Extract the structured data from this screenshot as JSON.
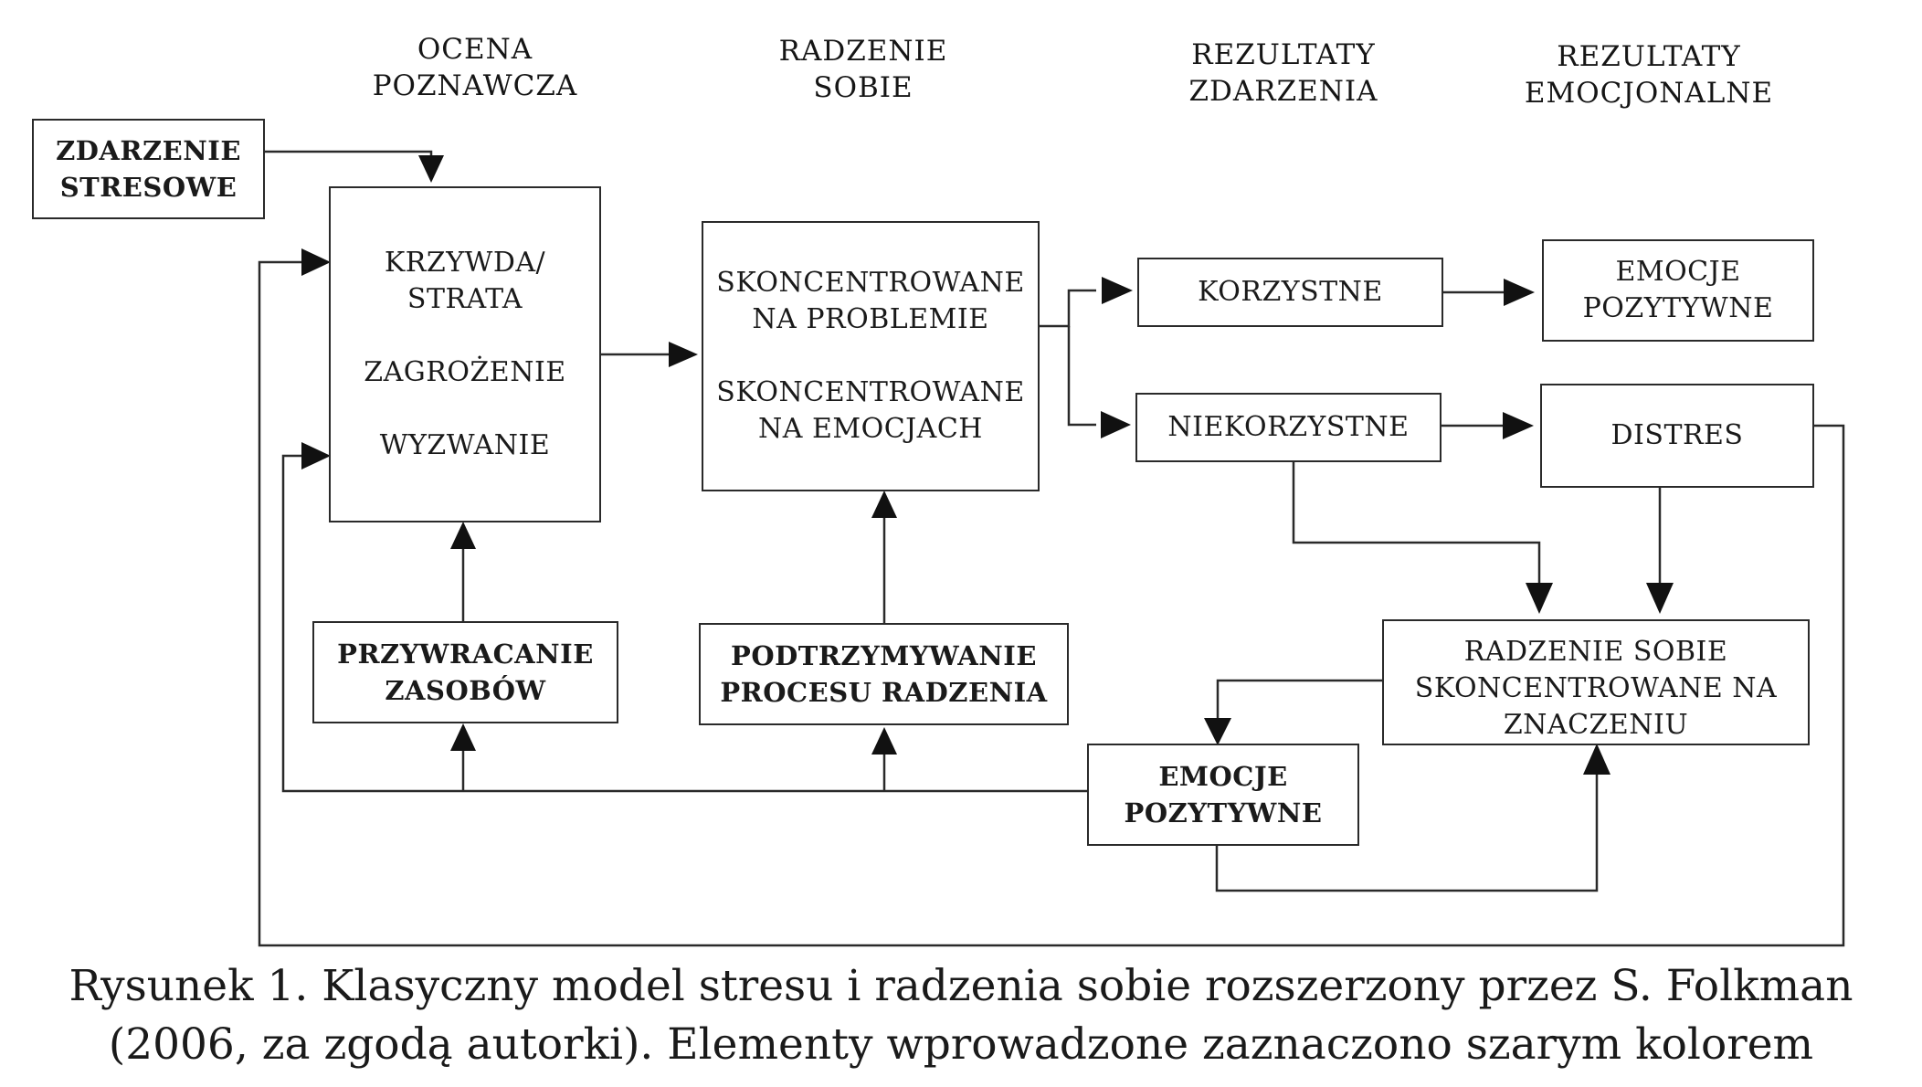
{
  "columns": {
    "appraisal": [
      "OCENA",
      "POZNAWCZA"
    ],
    "coping": [
      "RADZENIE",
      "SOBIE"
    ],
    "event_outcomes": [
      "REZULTATY",
      "ZDARZENIA"
    ],
    "emotional_outcomes": [
      "REZULTATY",
      "EMOCJONALNE"
    ]
  },
  "boxes": {
    "stressful_event": [
      "ZDARZENIE",
      "STRESOWE"
    ],
    "appraisal": {
      "harm": [
        "KRZYWDA/",
        "STRATA"
      ],
      "threat": [
        "ZAGROŻENIE"
      ],
      "challenge": [
        "WYZWANIE"
      ]
    },
    "coping": {
      "problem": [
        "SKONCENTROWANE",
        "NA PROBLEMIE"
      ],
      "emotion": [
        "SKONCENTROWANE",
        "NA EMOCJACH"
      ]
    },
    "favorable": [
      "KORZYSTNE"
    ],
    "unfavorable": [
      "NIEKORZYSTNE"
    ],
    "positive_emotions_top": [
      "EMOCJE",
      "POZYTYWNE"
    ],
    "distress": [
      "DISTRES"
    ],
    "restoring_resources": [
      "PRZYWRACANIE",
      "ZASOBÓW"
    ],
    "sustaining_coping": [
      "PODTRZYMYWANIE",
      "PROCESU RADZENIA"
    ],
    "meaning_coping": [
      "RADZENIE SOBIE",
      "SKONCENTROWANE NA",
      "ZNACZENIU"
    ],
    "positive_emotions_bottom": [
      "EMOCJE",
      "POZYTYWNE"
    ]
  },
  "caption": [
    "Rysunek 1. Klasyczny model stresu i radzenia sobie rozszerzony przez S. Folkman",
    "(2006, za zgodą autorki). Elementy wprowadzone zaznaczono szarym kolorem"
  ],
  "colors": {
    "line": "#2a2a2a",
    "arrowhead": "#111111",
    "text": "#1a1a1a"
  }
}
